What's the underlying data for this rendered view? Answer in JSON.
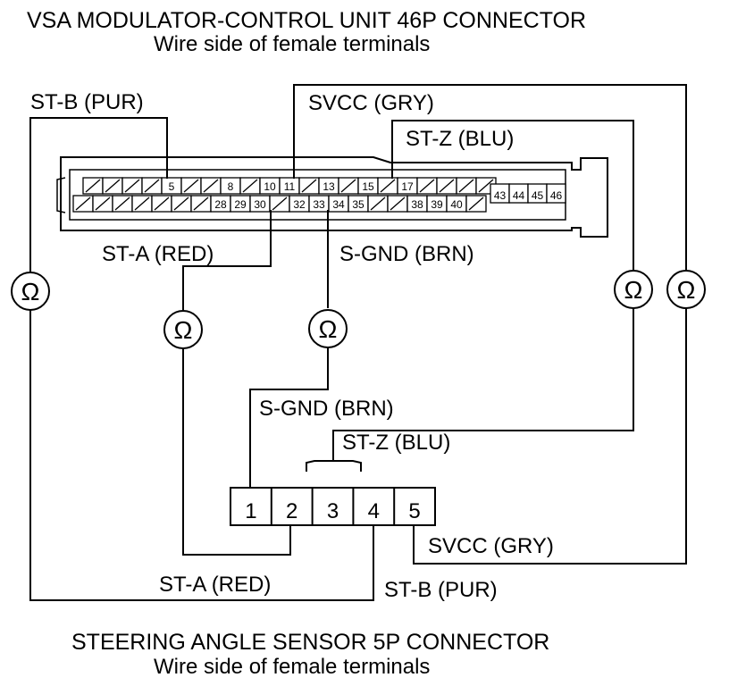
{
  "header": {
    "title": "VSA MODULATOR-CONTROL UNIT 46P CONNECTOR",
    "subtitle": "Wire side of female terminals"
  },
  "footer": {
    "title": "STEERING ANGLE SENSOR 5P CONNECTOR",
    "subtitle": "Wire side of female terminals"
  },
  "labels": {
    "vsa_st_b": "ST-B (PUR)",
    "vsa_svcc": "SVCC (GRY)",
    "vsa_st_z": "ST-Z (BLU)",
    "vsa_st_a": "ST-A (RED)",
    "vsa_s_gnd": "S-GND (BRN)",
    "sensor_s_gnd": "S-GND (BRN)",
    "sensor_st_z": "ST-Z (BLU)",
    "sensor_svcc": "SVCC (GRY)",
    "sensor_st_a": "ST-A (RED)",
    "sensor_st_b": "ST-B (PUR)"
  },
  "ohm_symbol": "Ω",
  "vsa_connector": {
    "top_row": [
      "",
      "",
      "",
      "",
      "5",
      "",
      "",
      "8",
      "",
      "10",
      "11",
      "",
      "13",
      "",
      "15",
      "",
      "17",
      "",
      "",
      "",
      ""
    ],
    "bottom_row": [
      "",
      "",
      "",
      "",
      "",
      "",
      "",
      "28",
      "29",
      "30",
      "",
      "32",
      "33",
      "34",
      "35",
      "",
      "",
      "38",
      "39",
      "40",
      ""
    ],
    "small_block": [
      "43",
      "44",
      "45",
      "46"
    ]
  },
  "sensor_connector": {
    "terminals": [
      "1",
      "2",
      "3",
      "4",
      "5"
    ]
  }
}
